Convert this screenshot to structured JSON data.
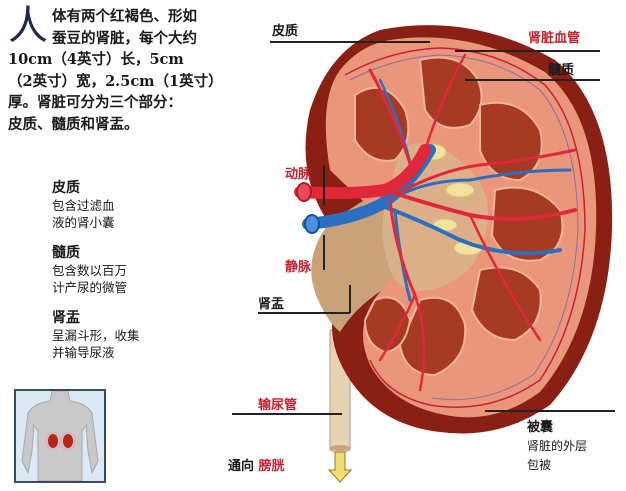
{
  "intro": {
    "big_char": "人",
    "lines": [
      "体有两个红褐色、形如",
      "蚕豆的肾脏，每个大约",
      "10cm（4英寸）长，5cm",
      "（2英寸）宽，2.5cm（1英寸）",
      "厚。肾脏可分为三个部分：",
      "皮质、髓质和肾盂。"
    ]
  },
  "legend": [
    {
      "title": "皮质",
      "desc": [
        "包含过滤血",
        "液的肾小囊"
      ]
    },
    {
      "title": "髓质",
      "desc": [
        "包含数以百万",
        "计产尿的微管"
      ]
    },
    {
      "title": "肾盂",
      "desc": [
        "呈漏斗形，收集",
        "并输导尿液"
      ]
    }
  ],
  "labels": {
    "cortex": "皮质",
    "renal_vessels": "肾脏血管",
    "medulla": "髓质",
    "artery": "动脉",
    "vein": "静脉",
    "pelvis": "肾盂",
    "ureter": "输尿管",
    "to_bladder_prefix": "通向",
    "to_bladder_target": "膀胱",
    "capsule_title": "被囊",
    "capsule_desc": [
      "肾脏的外层",
      "包被"
    ]
  },
  "colors": {
    "label_red": "#c8202e",
    "capsule": "#8a1f14",
    "cortex": "#e9967a",
    "medulla": "#a63a22",
    "artery": "#e0283a",
    "vein": "#2b6fc0",
    "pelvis": "#c9a27a",
    "ureter": "#e8d2b6",
    "calyx": "#f1e2a0"
  }
}
